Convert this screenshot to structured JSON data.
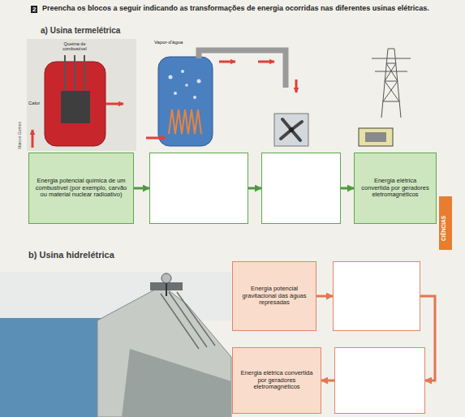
{
  "diagram": {
    "title": "Preencha os blocos a seguir indicando as transformações de energia ocorridas nas diferentes usinas elétricas.",
    "nodes": [
      {
        "text": [
          "Energia potencial química de um combustível (por exemplo, carvão ou material nuclear radioativo)"
        ]
      },
      {
        "text": []
      },
      {
        "text": []
      },
      {
        "text": [
          "Energia elétrica convertida por geradores eletromagnéticos"
        ]
      },
      {
        "text": [
          "Energia potencial gravitacional das águas represadas"
        ]
      },
      {
        "text": []
      },
      {
        "text": [
          "Energia elétrica convertida por geradores eletromagnéticos"
        ]
      },
      {
        "text": []
      }
    ],
    "edges": [
      {
        "from": 0,
        "to": 1,
        "arrow": "to"
      },
      {
        "from": 1,
        "to": 2,
        "arrow": "to"
      },
      {
        "from": 2,
        "to": 3,
        "arrow": "to"
      },
      {
        "from": 4,
        "to": 5,
        "arrow": "to"
      },
      {
        "from": 5,
        "to": 7,
        "arrow": "to"
      },
      {
        "from": 7,
        "to": 6,
        "arrow": "to"
      }
    ],
    "labels": [
      "2",
      "a) Usina termelétrica",
      "Queima de combustível",
      "Calor",
      "Vapor-d'água",
      "Marcos Gomes",
      "CIÊNCIAS",
      "b) Usina hidrelétrica"
    ]
  }
}
